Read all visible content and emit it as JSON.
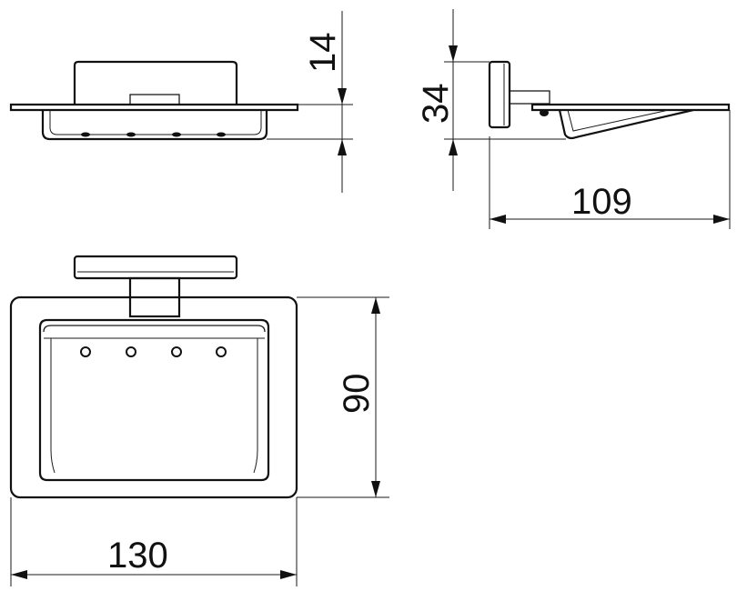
{
  "dimensions": {
    "top_height": "14",
    "side_height": "34",
    "side_depth": "109",
    "front_height": "90",
    "front_width": "130"
  }
}
